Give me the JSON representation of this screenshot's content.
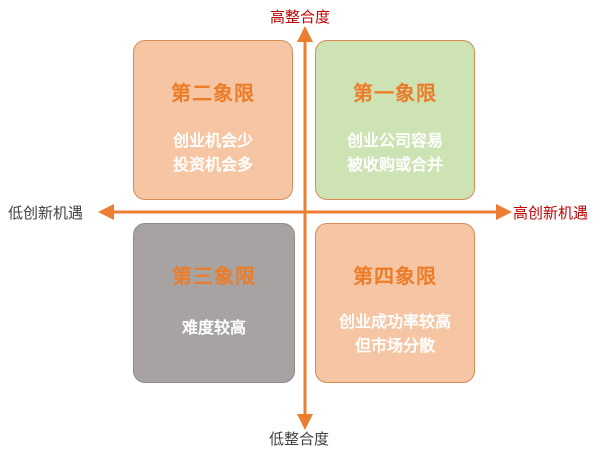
{
  "axes": {
    "top": "高整合度",
    "bottom": "低整合度",
    "left": "低创新机遇",
    "right": "高创新机遇"
  },
  "quadrants": {
    "q1": {
      "title": "第一象限",
      "line1": "创业公司容易",
      "line2": "被收购或合并"
    },
    "q2": {
      "title": "第二象限",
      "line1": "创业机会少",
      "line2": "投资机会多"
    },
    "q3": {
      "title": "第三象限",
      "line1": "难度较高",
      "line2": ""
    },
    "q4": {
      "title": "第四象限",
      "line1": "创业成功率较高",
      "line2": "但市场分散"
    }
  },
  "colors": {
    "arrow": "#ed7d31",
    "high_label": "#c00000",
    "low_label": "#404040",
    "quadrant_title": "#ec7c28",
    "quadrant_warm": "#f6c6a4",
    "quadrant_green": "#cde3b4",
    "quadrant_gray": "#a8a3a3"
  }
}
